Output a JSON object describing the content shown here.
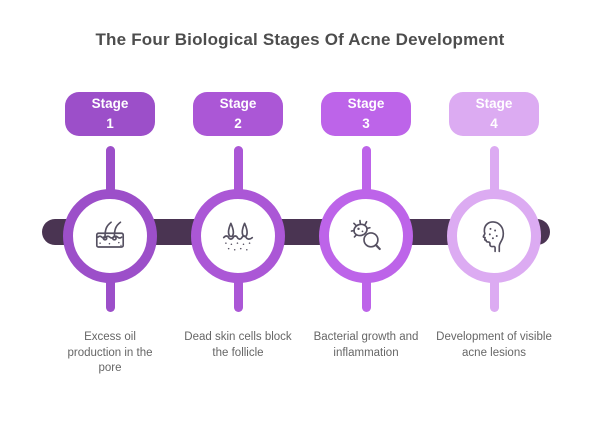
{
  "title": "The Four Biological Stages Of Acne Development",
  "timeline": {
    "bar_color": "#4a3452"
  },
  "stages": [
    {
      "label": "Stage",
      "number": "1",
      "description": "Excess oil production in the pore",
      "color": "#9c4fc9",
      "icon": "skin-sebum-icon"
    },
    {
      "label": "Stage",
      "number": "2",
      "description": "Dead skin cells block the follicle",
      "color": "#ab57d6",
      "icon": "clogged-follicle-icon"
    },
    {
      "label": "Stage",
      "number": "3",
      "description": "Bacterial growth and inflammation",
      "color": "#bd64e9",
      "icon": "bacteria-magnifier-icon"
    },
    {
      "label": "Stage",
      "number": "4",
      "description": "Development of visible acne lesions",
      "color": "#dcabf2",
      "icon": "face-acne-icon"
    }
  ],
  "icon_stroke_color": "#555061"
}
